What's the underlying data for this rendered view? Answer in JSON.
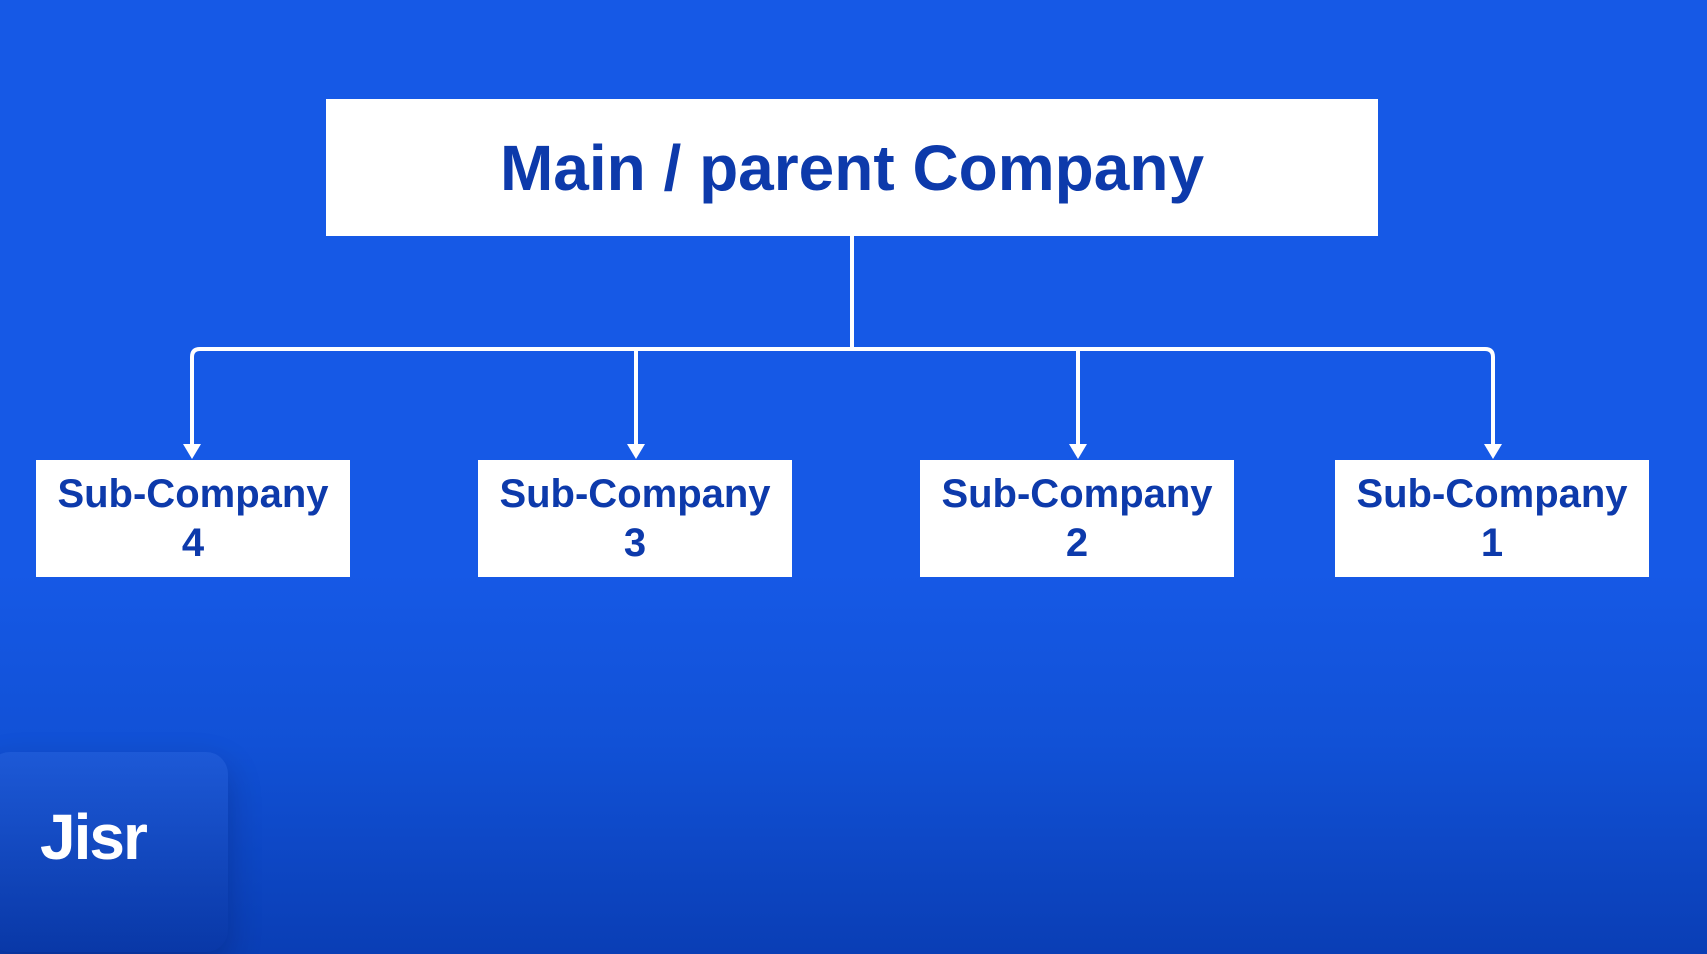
{
  "diagram": {
    "root": {
      "label": "Main / parent Company"
    },
    "children": [
      {
        "line1": "Sub-Company",
        "line2": "4"
      },
      {
        "line1": "Sub-Company",
        "line2": "3"
      },
      {
        "line1": "Sub-Company",
        "line2": "2"
      },
      {
        "line1": "Sub-Company",
        "line2": "1"
      }
    ]
  },
  "branding": {
    "logo_text": "Jisr"
  },
  "colors": {
    "bg_top": "#1659e6",
    "bg_bottom": "#0a3eb5",
    "node_bg": "#ffffff",
    "node_text": "#0d3aab",
    "line": "#ffffff"
  }
}
